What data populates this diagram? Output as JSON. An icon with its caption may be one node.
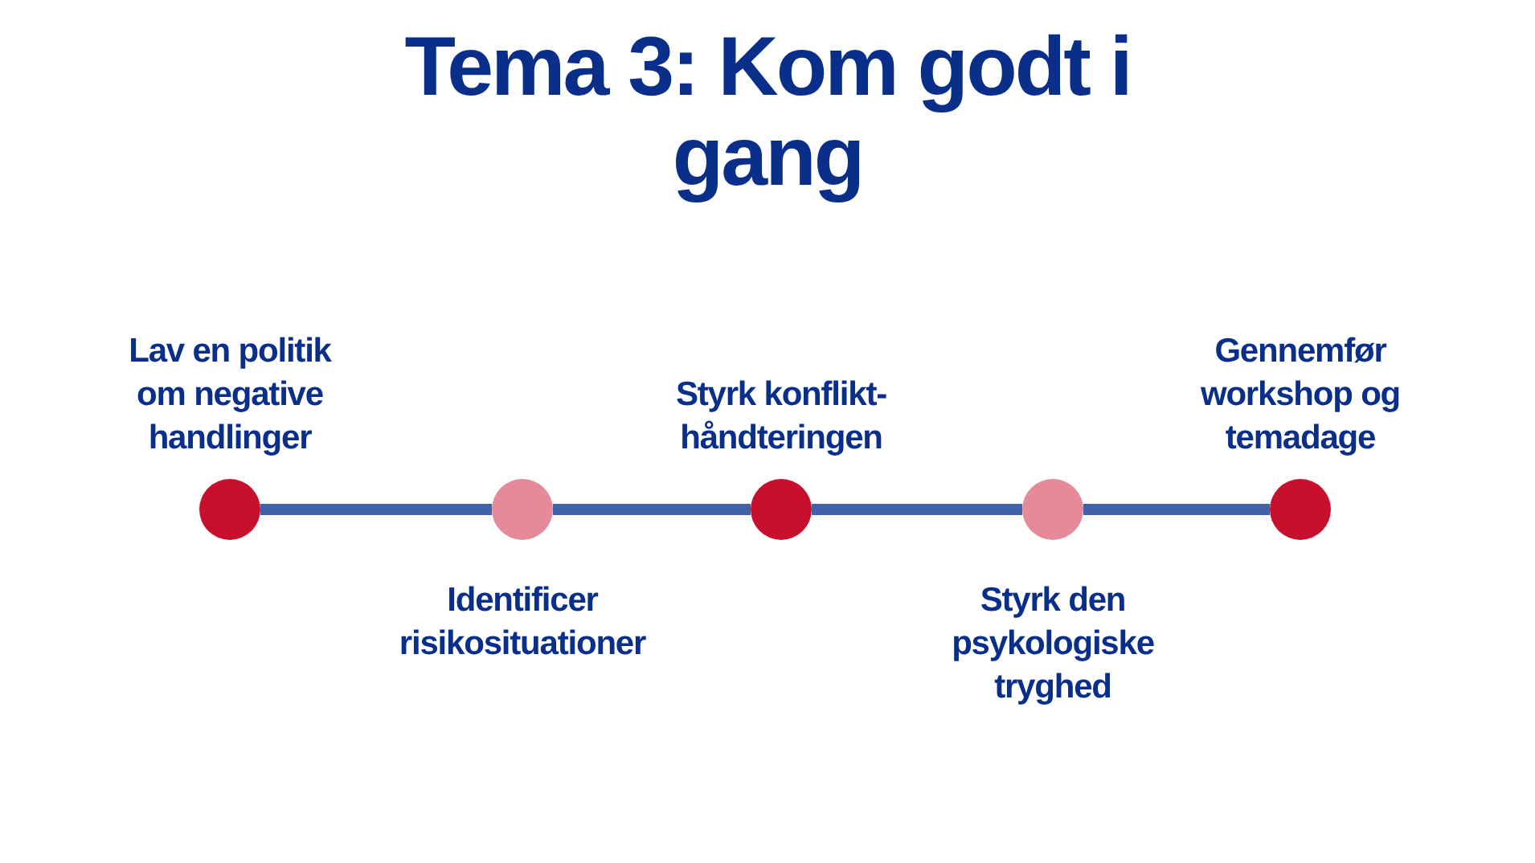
{
  "diagram": {
    "title": "Tema 3: Kom godt i gang",
    "nodes": [
      {
        "text": [],
        "shape": "circle",
        "beside": [
          "Lav en politik om negative handlinger"
        ]
      },
      {
        "text": [],
        "shape": "circle",
        "beside": [
          "Identificer risikosituationer"
        ]
      },
      {
        "text": [],
        "shape": "circle",
        "beside": [
          "Styrk konflikt-håndteringen"
        ]
      },
      {
        "text": [],
        "shape": "circle",
        "beside": [
          "Styrk den psykologiske tryghed"
        ]
      },
      {
        "text": [],
        "shape": "circle",
        "beside": [
          "Gennemfør workshop og temadage"
        ]
      }
    ],
    "edges": [
      {
        "from": 0,
        "to": 1,
        "arrow": "none"
      },
      {
        "from": 1,
        "to": 2,
        "arrow": "none"
      },
      {
        "from": 2,
        "to": 3,
        "arrow": "none"
      },
      {
        "from": 3,
        "to": 4,
        "arrow": "none"
      }
    ]
  }
}
